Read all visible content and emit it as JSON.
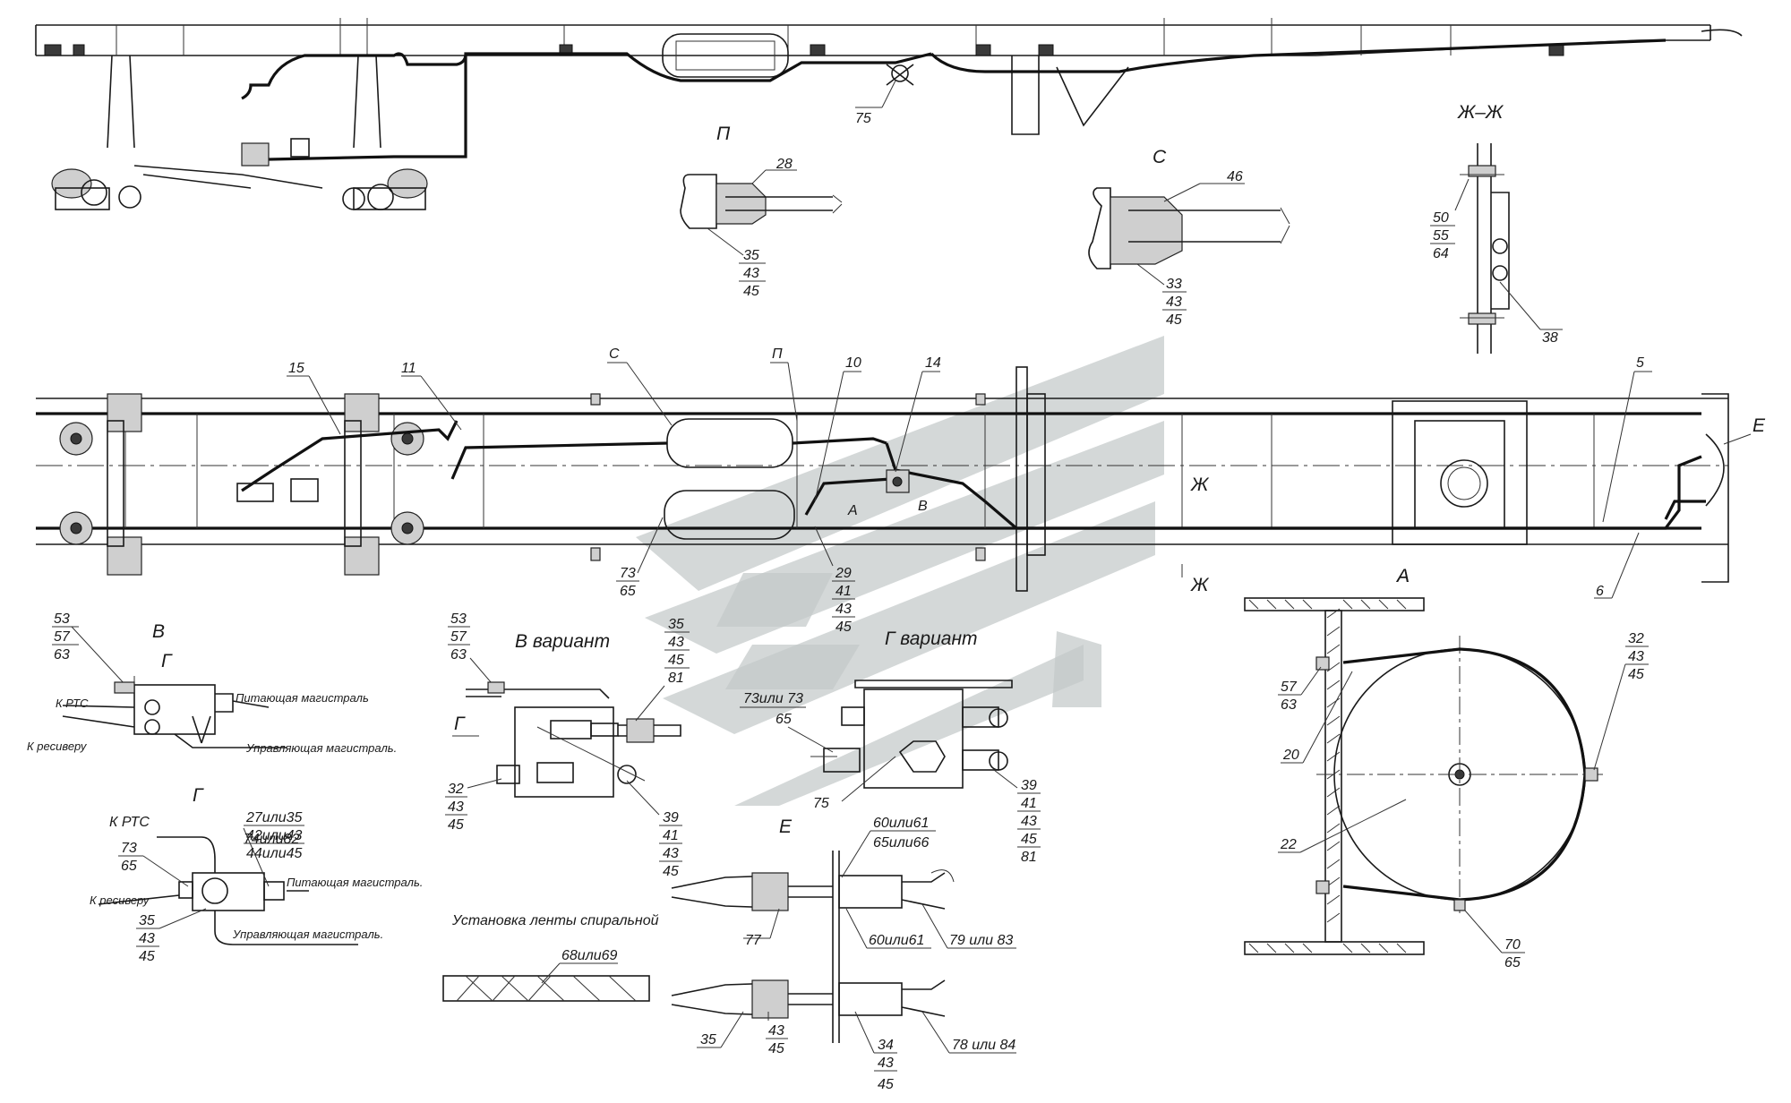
{
  "views": {
    "P": "П",
    "S": "С",
    "ZhZh": "Ж–Ж",
    "V": "В",
    "V_variant": "В  вариант",
    "G": "Г",
    "G_variant": "Г вариант",
    "E": "Е",
    "A": "А",
    "A_bottom": "А",
    "Zh": "Ж",
    "E_small": "Е",
    "G_arrow": "Г"
  },
  "annotations": {
    "k_rts": "К РТС",
    "k_rts2": "К РТС",
    "k_resiveru": "К ресиверу",
    "k_resiveru2": "К ресиверу",
    "pitayushchaya": "Питающая магистраль",
    "pitayushchaya2": "Питающая магистраль.",
    "upravlyayushchaya": "Управляющая магистраль.",
    "upravlyayushchaya2": "Управляющая магистраль.",
    "ustanovka": "Установка ленты спиральной"
  },
  "callouts": {
    "c75": "75",
    "c28": "28",
    "c46": "46",
    "c38": "38",
    "c35_43_45_top": [
      "35",
      "43",
      "45"
    ],
    "c33_43_45": [
      "33",
      "43",
      "45"
    ],
    "c50_55_64": [
      "50",
      "55",
      "64"
    ],
    "c15": "15",
    "c11": "11",
    "cC": "С",
    "cP": "П",
    "c10": "10",
    "c14": "14",
    "c5": "5",
    "c6": "6",
    "c73_65_mid": [
      "73",
      "65"
    ],
    "c29_41_43_45": [
      "29",
      "41",
      "43",
      "45"
    ],
    "c53_57_63_left": [
      "53",
      "57",
      "63"
    ],
    "c53_57_63_mid": [
      "53",
      "57",
      "63"
    ],
    "c35_43_45_81": [
      "35",
      "43",
      "45",
      "81"
    ],
    "c32_43_45_mid": [
      "32",
      "43",
      "45"
    ],
    "c39_41_43_45": [
      "39",
      "41",
      "43",
      "45"
    ],
    "c73ili73_65": [
      "73или 73",
      "65"
    ],
    "c75b": "75",
    "c39_41_43_45_81": [
      "39",
      "41",
      "43",
      "45",
      "81"
    ],
    "c27ili35": [
      "27или35",
      "42или43",
      "44или45"
    ],
    "c74ili82": "74или82",
    "c73_65_g": [
      "73",
      "65"
    ],
    "c35_43_45_g": [
      "35",
      "43",
      "45"
    ],
    "c60ili61_top": [
      "60или61",
      "65или66"
    ],
    "c77": "77",
    "c60ili61_b": "60или61",
    "c79ili83": "79 или 83",
    "c68ili69": "68или69",
    "c35_b": "35",
    "c43_45_b": [
      "43",
      "45"
    ],
    "c34_43_45": [
      "34",
      "43",
      "45"
    ],
    "c78ili84": "78 или 84",
    "c57_63": [
      "57",
      "63"
    ],
    "c20": "20",
    "c22": "22",
    "c32_43_45_r": [
      "32",
      "43",
      "45"
    ],
    "c70_65": [
      "70",
      "65"
    ]
  }
}
